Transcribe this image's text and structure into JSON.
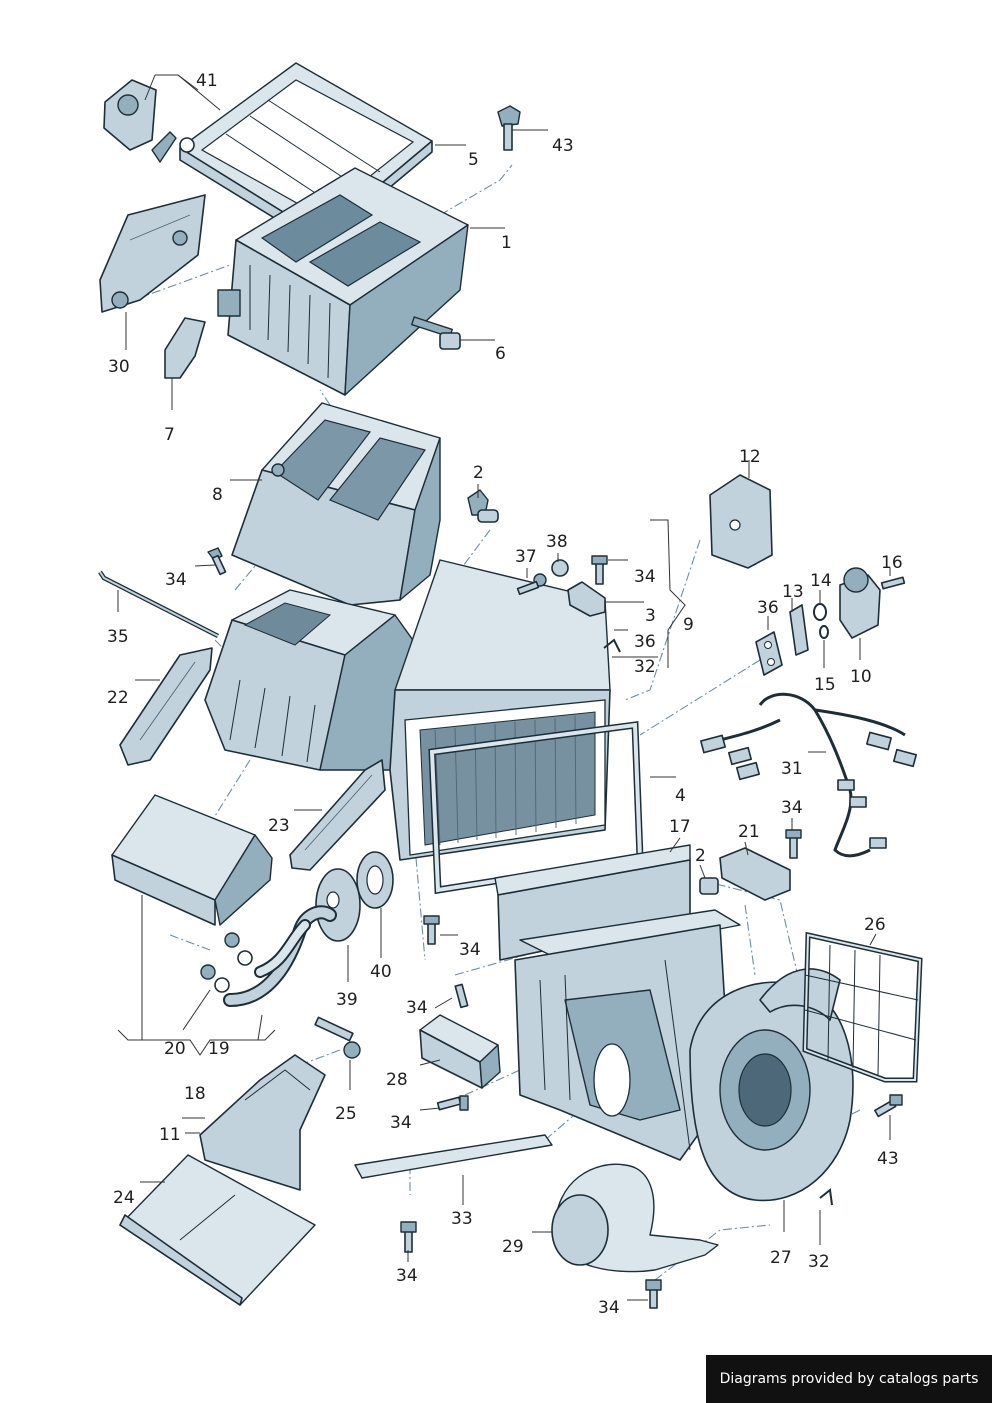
{
  "callouts": {
    "n41": "41",
    "n43a": "43",
    "n5": "5",
    "n1": "1",
    "n6": "6",
    "n30": "30",
    "n7": "7",
    "n8": "8",
    "n2a": "2",
    "n34a": "34",
    "n35": "35",
    "n22": "22",
    "n37": "37",
    "n38": "38",
    "n34b": "34",
    "n3": "3",
    "n9": "9",
    "n36a": "36",
    "n32a": "32",
    "n12": "12",
    "n16": "16",
    "n13": "13",
    "n14": "14",
    "n36b": "36",
    "n10": "10",
    "n15": "15",
    "n31": "31",
    "n4": "4",
    "n23": "23",
    "n17": "17",
    "n21": "21",
    "n34c": "34",
    "n2b": "2",
    "n26": "26",
    "n34d": "34",
    "n40": "40",
    "n39": "39",
    "n34e": "34",
    "n28": "28",
    "n20": "20",
    "n19": "19",
    "n25": "25",
    "n34f": "34",
    "n43b": "43",
    "n18": "18",
    "n11": "11",
    "n24": "24",
    "n33": "33",
    "n34g": "34",
    "n29": "29",
    "n27": "27",
    "n32b": "32",
    "n34h": "34"
  },
  "footer": {
    "credit": "Diagrams provided by catalogs parts"
  },
  "colors": {
    "part_fill": "#c2d2dc",
    "part_light": "#dbe6ec",
    "part_dark": "#93aebd",
    "outline": "#1d2e38",
    "dash_line": "#6e8fa3",
    "badge_bg": "#111111",
    "badge_text": "#ffffff"
  }
}
